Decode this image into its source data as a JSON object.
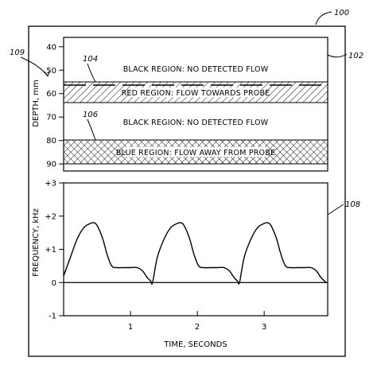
{
  "refs": {
    "figure": "100",
    "top_panel": "102",
    "red_band": "104",
    "blue_band": "106",
    "bottom_panel": "108",
    "boundary": "109"
  },
  "top_panel": {
    "ylabel": "DEPTH, mm",
    "y_ticks": [
      "40",
      "50",
      "60",
      "70",
      "80",
      "90"
    ],
    "y_values": [
      40,
      50,
      60,
      70,
      80,
      90
    ],
    "y_range": [
      36,
      93
    ],
    "regions": {
      "black_upper": "BLACK REGION: NO DETECTED FLOW",
      "red": "RED REGION: FLOW TOWARDS PROBE",
      "black_lower": "BLACK REGION: NO DETECTED FLOW",
      "blue": "BLUE REGION: FLOW AWAY FROM PROBE"
    },
    "red_band_depth": [
      56,
      64
    ],
    "blue_band_depth": [
      82,
      91
    ]
  },
  "chart_data": {
    "type": "line",
    "xlabel": "TIME, SECONDS",
    "ylabel": "FREQUENCY, kHz",
    "x_ticks": [
      "1",
      "2",
      "3"
    ],
    "x_values": [
      1,
      2,
      3
    ],
    "y_ticks": [
      "+3",
      "+2",
      "+1",
      "0",
      "-1"
    ],
    "y_values": [
      3,
      2,
      1,
      0,
      -1
    ],
    "xlim": [
      0,
      3.95
    ],
    "ylim": [
      -1,
      3
    ],
    "series": [
      {
        "x": [
          0,
          0.1,
          0.2,
          0.3,
          0.4,
          0.45,
          0.5,
          0.58,
          0.65,
          0.72,
          0.8,
          0.9,
          1.0,
          1.1,
          1.18,
          1.25,
          1.3,
          1.33,
          1.4,
          1.5,
          1.6,
          1.7,
          1.75,
          1.8,
          1.88,
          1.95,
          2.02,
          2.1,
          2.2,
          2.3,
          2.4,
          2.48,
          2.55,
          2.6,
          2.63,
          2.7,
          2.8,
          2.9,
          3.0,
          3.05,
          3.1,
          3.18,
          3.25,
          3.32,
          3.4,
          3.5,
          3.6,
          3.7,
          3.78,
          3.85,
          3.9,
          3.93
        ],
        "y": [
          0.2,
          0.75,
          1.3,
          1.65,
          1.78,
          1.8,
          1.72,
          1.35,
          0.85,
          0.5,
          0.45,
          0.45,
          0.45,
          0.45,
          0.35,
          0.15,
          0.05,
          0,
          0.75,
          1.3,
          1.65,
          1.78,
          1.8,
          1.72,
          1.35,
          0.85,
          0.5,
          0.45,
          0.45,
          0.45,
          0.45,
          0.35,
          0.15,
          0.05,
          0,
          0.75,
          1.3,
          1.65,
          1.78,
          1.8,
          1.72,
          1.35,
          0.85,
          0.5,
          0.45,
          0.45,
          0.45,
          0.45,
          0.35,
          0.15,
          0.05,
          0
        ]
      }
    ]
  }
}
